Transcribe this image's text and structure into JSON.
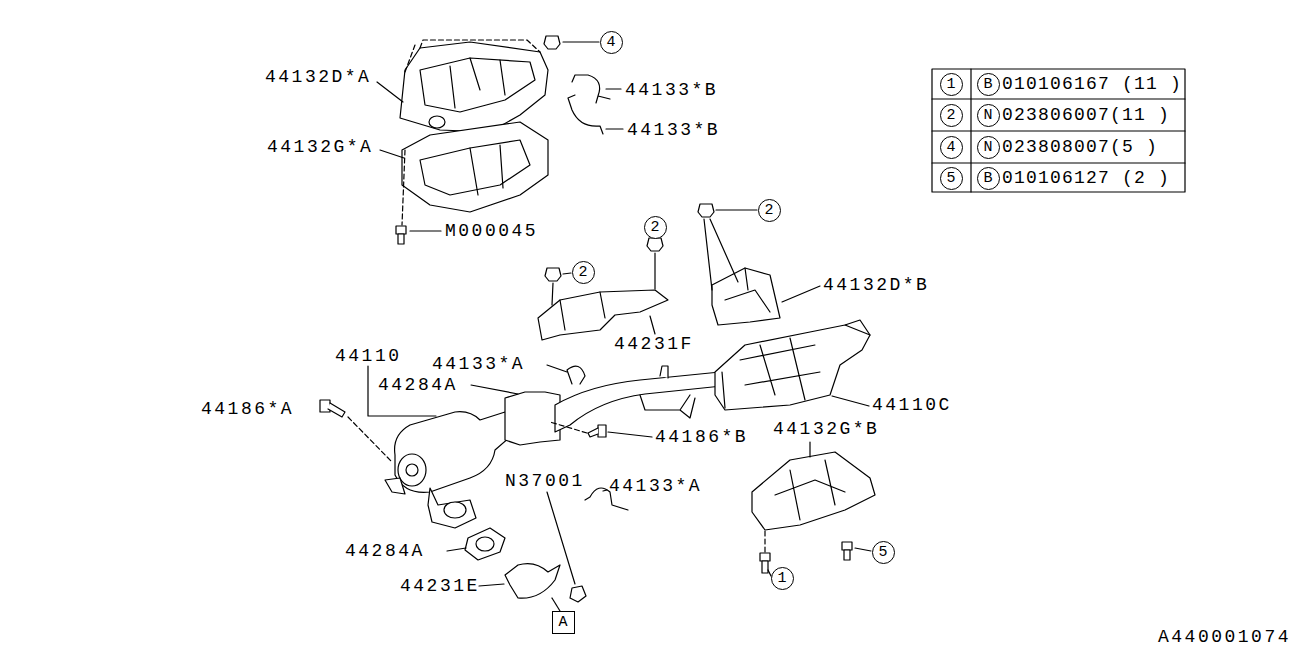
{
  "diagram": {
    "nodes": [
      {
        "text": [
          "4"
        ]
      },
      {
        "text": [
          "1"
        ]
      },
      {
        "text": [
          "B"
        ]
      },
      {
        "text": [
          "2"
        ]
      },
      {
        "text": [
          "N"
        ]
      },
      {
        "text": [
          "4"
        ]
      },
      {
        "text": [
          "N"
        ]
      },
      {
        "text": [
          "5"
        ]
      },
      {
        "text": [
          "B"
        ]
      },
      {
        "text": [
          "2"
        ]
      },
      {
        "text": [
          "2"
        ]
      },
      {
        "text": [
          "2"
        ]
      },
      {
        "text": [
          "5"
        ]
      },
      {
        "text": [
          "1"
        ]
      },
      {
        "text": [
          "A"
        ]
      }
    ],
    "labels": [
      "44132D*A",
      "44133*B",
      "44133*B",
      "44132G*A",
      "M000045",
      "44132D*B",
      "44231F",
      "44110",
      "44133*A",
      "44284A",
      "44186*A",
      "44110C",
      "44186*B",
      "44132G*B",
      "N37001",
      "44133*A",
      "44284A",
      "44231E",
      "A440001074",
      "010106167 (11 )",
      "023806007(11 )",
      "023808007(5 )",
      "010106127 (2 )"
    ]
  }
}
